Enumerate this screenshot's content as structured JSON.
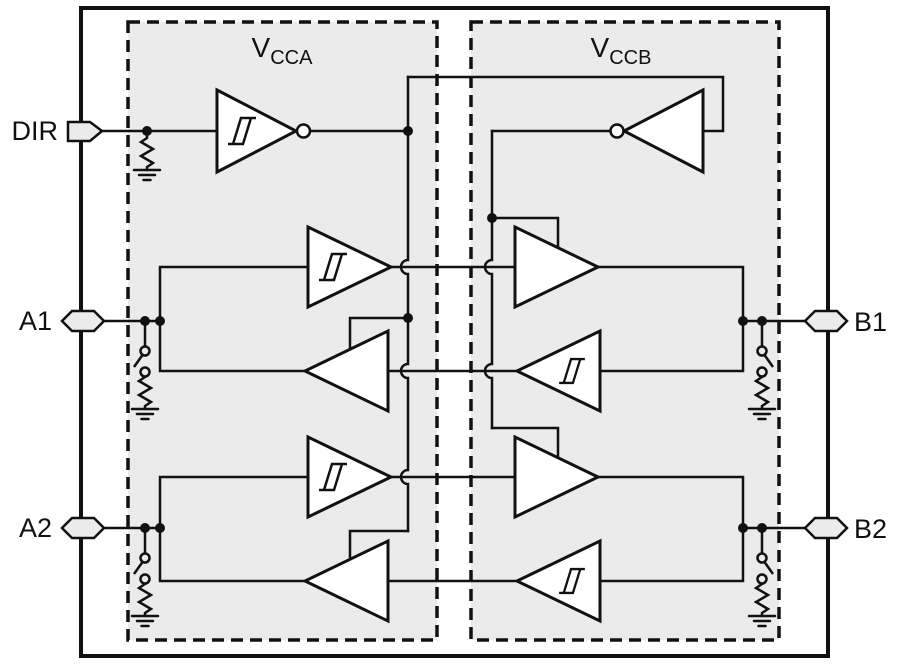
{
  "colors": {
    "ink": "#111111",
    "region_fill": "#ebebeb",
    "pin_fill": "#ebebeb",
    "background": "#ffffff"
  },
  "diagram": {
    "power_domains": {
      "vcca": {
        "symbol": "V",
        "subscript": "CCA"
      },
      "vccb": {
        "symbol": "V",
        "subscript": "CCB"
      }
    },
    "pins": {
      "dir": {
        "label": "DIR"
      },
      "a1": {
        "label": "A1"
      },
      "a2": {
        "label": "A2"
      },
      "b1": {
        "label": "B1"
      },
      "b2": {
        "label": "B2"
      }
    },
    "icons": {
      "hysteresis-icon": "schmitt-trigger hysteresis symbol",
      "inverter-bubble-icon": "logic inversion bubble",
      "resistor-icon": "pulldown resistor zigzag",
      "ground-icon": "ground symbol",
      "switch-icon": "disconnect switch",
      "junction-dot": "wire junction",
      "wire-hop": "wire crossover arc"
    }
  }
}
